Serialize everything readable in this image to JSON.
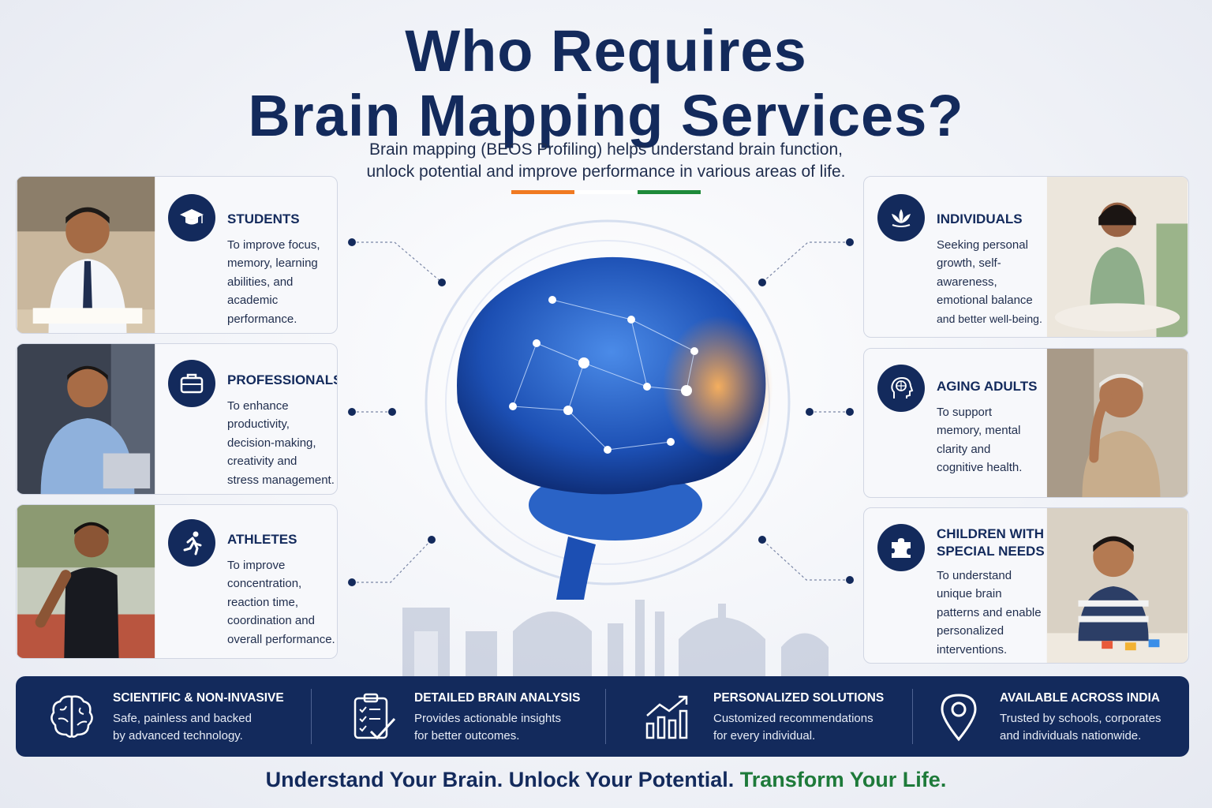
{
  "header": {
    "title_line1": "Who Requires",
    "title_line2": "Brain Mapping Services?",
    "subtitle_line1": "Brain mapping (BEOS Profiling) helps understand brain function,",
    "subtitle_line2": "unlock potential and improve performance in various areas of life.",
    "tricolor": [
      "#f07a22",
      "#ffffff",
      "#1e8a3a"
    ]
  },
  "left_cards": [
    {
      "title": "STUDENTS",
      "icon": "graduation-cap-icon",
      "lines": [
        "To improve focus,",
        "memory, learning",
        "abilities, and",
        "academic",
        "performance."
      ],
      "photo": "student-photo"
    },
    {
      "title": "PROFESSIONALS",
      "icon": "briefcase-icon",
      "lines": [
        "To enhance",
        "productivity,",
        "decision-making,",
        "creativity and",
        "stress management."
      ],
      "photo": "professional-photo"
    },
    {
      "title": "ATHLETES",
      "icon": "runner-icon",
      "lines": [
        "To improve",
        "concentration,",
        "reaction time,",
        "coordination and",
        "overall performance."
      ],
      "photo": "athlete-photo"
    }
  ],
  "right_cards": [
    {
      "title": "INDIVIDUALS",
      "icon": "lotus-icon",
      "lines": [
        "Seeking personal",
        "growth, self-",
        "awareness,",
        "emotional balance",
        "and better well-being."
      ],
      "photo": "meditation-photo"
    },
    {
      "title": "AGING ADULTS",
      "icon": "head-brain-icon",
      "lines": [
        "To support",
        "memory, mental",
        "clarity and",
        "cognitive health."
      ],
      "photo": "elderly-photo"
    },
    {
      "title_line1": "CHILDREN WITH",
      "title_line2": "SPECIAL NEEDS",
      "icon": "puzzle-icon",
      "lines": [
        "To understand",
        "unique brain",
        "patterns and enable",
        "personalized",
        "interventions."
      ],
      "photo": "child-photo"
    }
  ],
  "features": [
    {
      "icon": "brain-outline-icon",
      "title": "SCIENTIFIC & NON-INVASIVE",
      "line1": "Safe, painless and backed",
      "line2": "by advanced technology."
    },
    {
      "icon": "clipboard-check-icon",
      "title": "DETAILED BRAIN ANALYSIS",
      "line1": "Provides actionable insights",
      "line2": "for better outcomes."
    },
    {
      "icon": "growth-chart-icon",
      "title": "PERSONALIZED SOLUTIONS",
      "line1": "Customized recommendations",
      "line2": "for every individual."
    },
    {
      "icon": "location-pin-icon",
      "title": "AVAILABLE ACROSS INDIA",
      "line1": "Trusted by schools, corporates",
      "line2": "and individuals nationwide."
    }
  ],
  "tagline": {
    "part1": "Understand Your Brain. Unlock Your Potential.",
    "part2": "Transform Your Life."
  },
  "colors": {
    "navy": "#132a5c",
    "green": "#1e7a3a",
    "orange": "#f07a22"
  }
}
